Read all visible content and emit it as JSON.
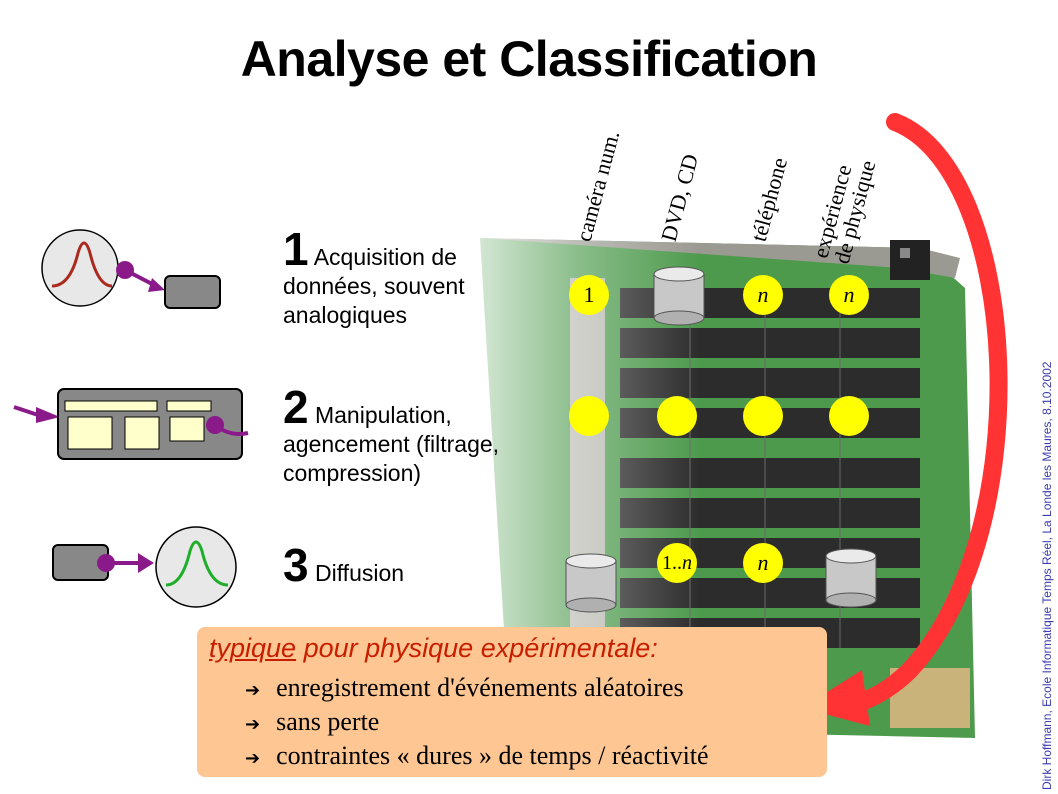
{
  "title": "Analyse et Classification",
  "columns": [
    "caméra num.",
    "DVD, CD",
    "téléphone",
    "expérience de physique"
  ],
  "steps": [
    {
      "num": "1",
      "text_a": "Acquisition de",
      "text_b": "données, souvent",
      "text_c": "analogiques"
    },
    {
      "num": "2",
      "text_a": "Manipulation,",
      "text_b": "agencement (filtrage,",
      "text_c": "compression)"
    },
    {
      "num": "3",
      "text_a": "Diffusion"
    }
  ],
  "cells": {
    "r1c1": "1",
    "r1c3": "n",
    "r1c4": "n",
    "r3c2_a": "1..",
    "r3c2_b": "n",
    "r3c3": "n"
  },
  "info": {
    "head_underlined": "typique",
    "head_rest": " pour physique expérimentale:",
    "items": [
      "enregistrement d'événements aléatoires",
      "sans perte",
      "contraintes « dures » de temps / réactivité"
    ]
  },
  "side_credit": "Dirk Hoffmann, Ecole Informatique Temps Réel, La Londe les Maures, 8.10.2002",
  "colors": {
    "dot": "#ffff00",
    "arrow": "#ff3333",
    "box": "#fdc693",
    "head": "#c81e00",
    "board": "#4d9a4d",
    "credit": "#3d3dad"
  }
}
